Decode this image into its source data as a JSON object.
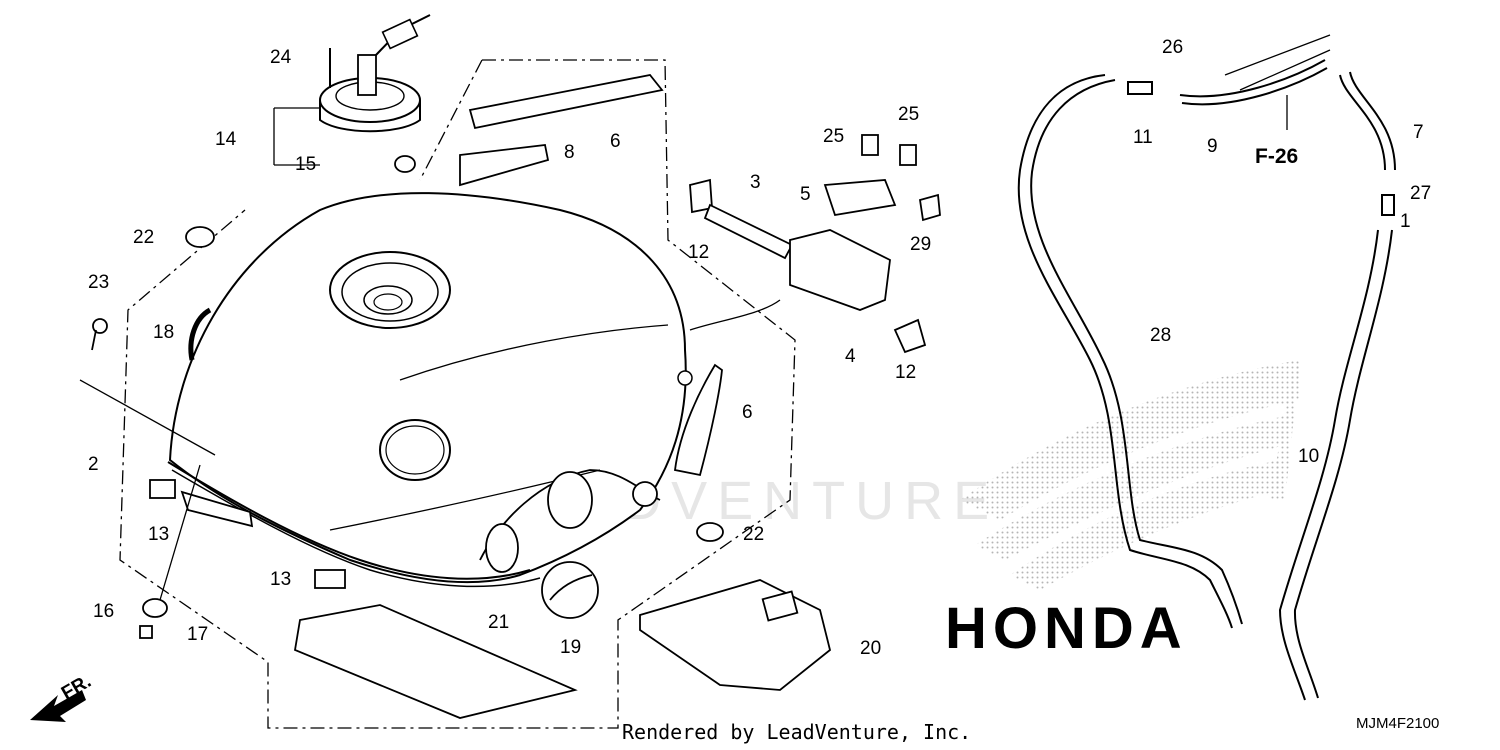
{
  "watermark": "LEADVENTURE",
  "credit": "Rendered by LeadVenture, Inc.",
  "diagram_code": "MJM4F2100",
  "reference": "F-26",
  "direction_label": "FR.",
  "brand_logo_text": "HONDA",
  "callouts": [
    {
      "id": "1",
      "label": "1"
    },
    {
      "id": "2",
      "label": "2"
    },
    {
      "id": "3",
      "label": "3"
    },
    {
      "id": "4",
      "label": "4"
    },
    {
      "id": "5",
      "label": "5"
    },
    {
      "id": "6a",
      "label": "6"
    },
    {
      "id": "6b",
      "label": "6"
    },
    {
      "id": "7",
      "label": "7"
    },
    {
      "id": "8",
      "label": "8"
    },
    {
      "id": "9",
      "label": "9"
    },
    {
      "id": "10",
      "label": "10"
    },
    {
      "id": "11",
      "label": "11"
    },
    {
      "id": "12a",
      "label": "12"
    },
    {
      "id": "12b",
      "label": "12"
    },
    {
      "id": "13a",
      "label": "13"
    },
    {
      "id": "13b",
      "label": "13"
    },
    {
      "id": "14",
      "label": "14"
    },
    {
      "id": "15",
      "label": "15"
    },
    {
      "id": "16",
      "label": "16"
    },
    {
      "id": "17",
      "label": "17"
    },
    {
      "id": "18",
      "label": "18"
    },
    {
      "id": "19",
      "label": "19"
    },
    {
      "id": "20",
      "label": "20"
    },
    {
      "id": "21",
      "label": "21"
    },
    {
      "id": "22a",
      "label": "22"
    },
    {
      "id": "22b",
      "label": "22"
    },
    {
      "id": "23",
      "label": "23"
    },
    {
      "id": "24",
      "label": "24"
    },
    {
      "id": "25a",
      "label": "25"
    },
    {
      "id": "25b",
      "label": "25"
    },
    {
      "id": "26",
      "label": "26"
    },
    {
      "id": "27",
      "label": "27"
    },
    {
      "id": "28",
      "label": "28"
    },
    {
      "id": "29",
      "label": "29"
    }
  ]
}
